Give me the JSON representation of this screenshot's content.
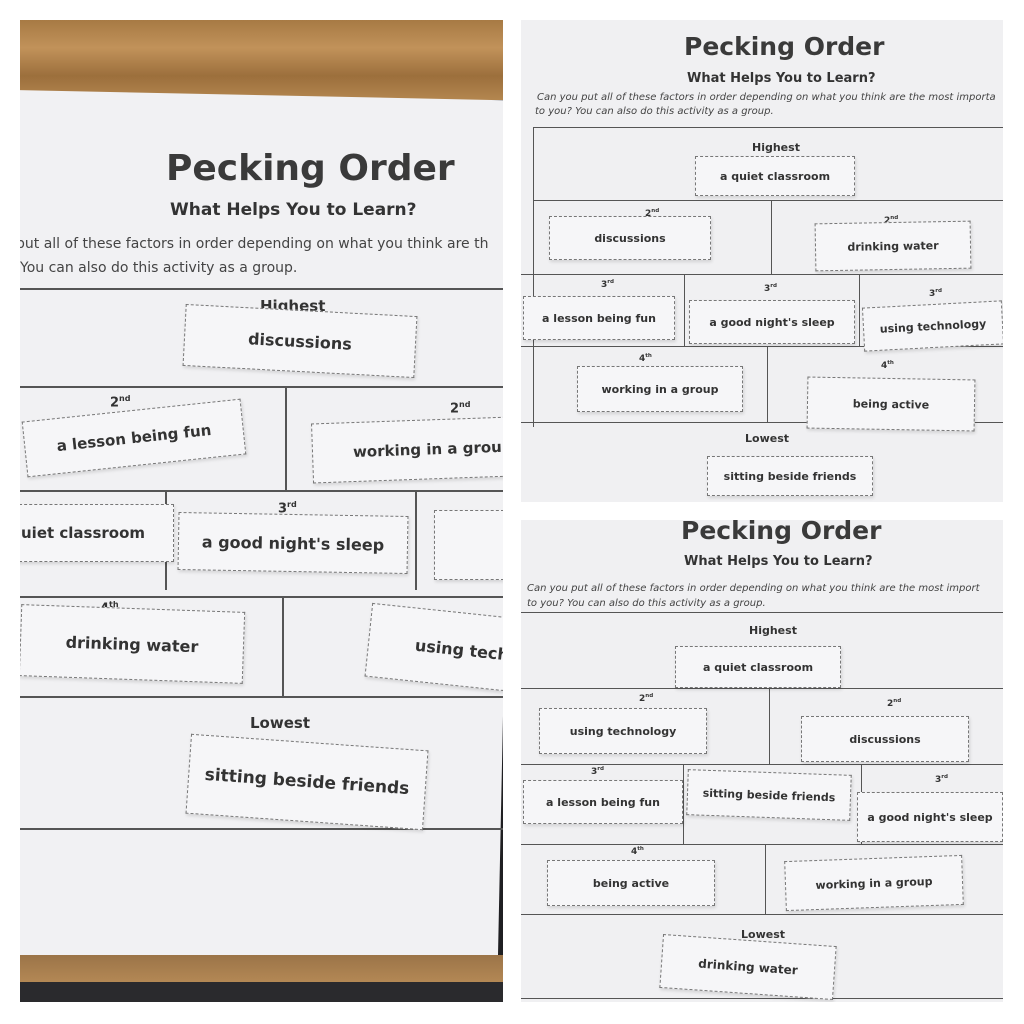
{
  "sheet": {
    "title": "Pecking Order",
    "subtitle": "What Helps You to Learn?",
    "instructions_line1": "Can you put all of these factors in order depending on what you think are the most importa",
    "instructions_line2": "to you? You can also do this activity as a group.",
    "instructions_line1_br": "Can you put all of these factors in order depending on what you think are the most import",
    "left_instructions_line1": "put all of these factors in order depending on what you think are th",
    "left_instructions_line2": "You can also do this activity as a group."
  },
  "labels": {
    "highest": "Highest",
    "lowest": "Lowest",
    "second": "2",
    "third": "3",
    "fourth": "4",
    "nd": "nd",
    "rd": "rd",
    "th": "th"
  },
  "left_photo": {
    "cards": {
      "highest": "discussions",
      "second_a": "a lesson being fun",
      "second_b": "working in a grou",
      "third_a": "uiet classroom",
      "third_b": "a good night's sleep",
      "fourth_a": "drinking water",
      "fourth_b": "using techn",
      "lowest": "sitting beside friends"
    }
  },
  "top_right_photo": {
    "cards": {
      "highest": "a quiet classroom",
      "second_a": "discussions",
      "second_b": "drinking water",
      "third_a": "a lesson being fun",
      "third_b": "a good night's sleep",
      "third_c": "using technology",
      "fourth_a": "working in a group",
      "fourth_b": "being active",
      "lowest": "sitting beside friends"
    }
  },
  "bottom_right_photo": {
    "cards": {
      "highest": "a quiet classroom",
      "second_a": "using technology",
      "second_b": "discussions",
      "third_a": "a lesson being fun",
      "third_b": "sitting beside friends",
      "third_c": "a good night's sleep",
      "fourth_a": "being active",
      "fourth_b": "working in a group",
      "lowest": "drinking water"
    }
  }
}
